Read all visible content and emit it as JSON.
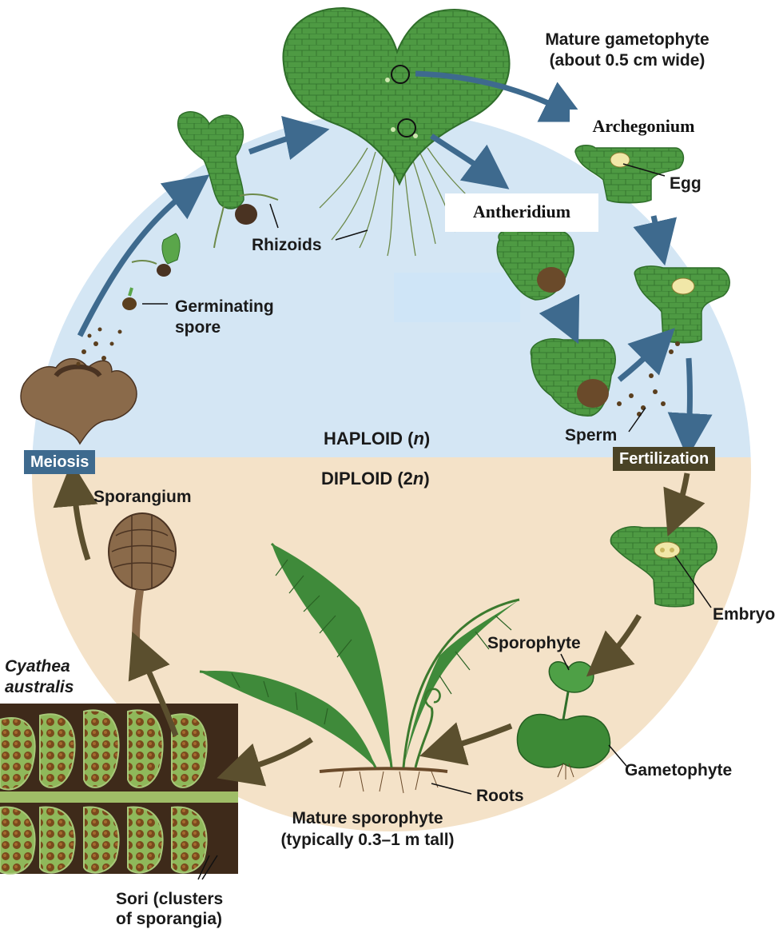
{
  "labels": {
    "mature_gametophyte_title": "Mature gametophyte",
    "mature_gametophyte_size": "(about 0.5 cm wide)",
    "archegonium": "Archegonium",
    "egg": "Egg",
    "antheridium": "Antheridium",
    "rhizoids": "Rhizoids",
    "germinating_spore_line1": "Germinating",
    "germinating_spore_line2": "spore",
    "haploid_prefix": "HAPLOID (",
    "haploid_n": "n",
    "haploid_suffix": ")",
    "diploid_prefix": "DIPLOID (2",
    "diploid_n": "n",
    "diploid_suffix": ")",
    "meiosis": "Meiosis",
    "fertilization": "Fertilization",
    "sperm": "Sperm",
    "sporangium": "Sporangium",
    "embryo": "Embryo",
    "sporophyte": "Sporophyte",
    "gametophyte": "Gametophyte",
    "roots": "Roots",
    "mature_sporophyte_title": "Mature sporophyte",
    "mature_sporophyte_size": "(typically 0.3–1 m tall)",
    "cyathea_line1": "Cyathea",
    "cyathea_line2": "australis",
    "sori_line1": "Sori (clusters",
    "sori_line2": "of sporangia)"
  },
  "colors": {
    "haploid_bg": "#d4e6f4",
    "diploid_bg": "#f4e2c8",
    "meiosis_tag": "#3e6a8e",
    "fertilization_tag": "#4a4326",
    "haploid_arrow": "#3e6a8e",
    "diploid_arrow": "#5b4f2e",
    "plant_green": "#3f8a3a",
    "sorus_brown": "#7a4a1c"
  }
}
